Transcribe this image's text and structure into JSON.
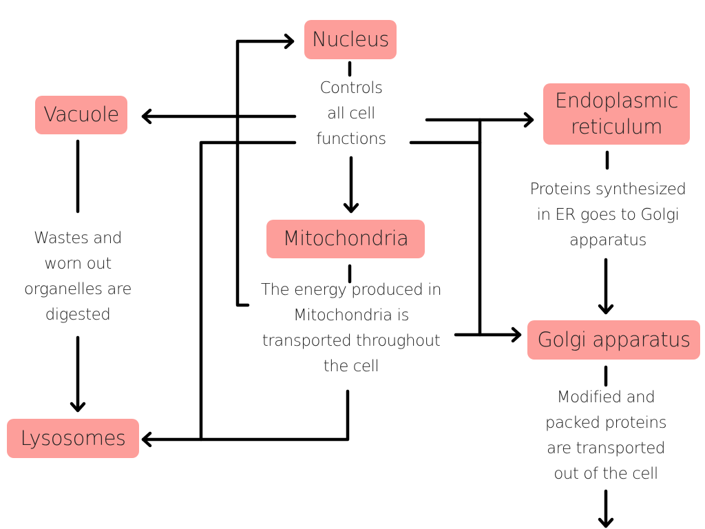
{
  "nodes": {
    "nucleus": "Nucleus",
    "vacuole": "Vacuole",
    "er": [
      "Endoplasmic",
      "reticulum"
    ],
    "mitochondria": "Mitochondria",
    "golgi": "Golgi apparatus",
    "lysosomes": "Lysosomes"
  },
  "descriptions": {
    "nucleus": [
      "Controls",
      "all cell",
      "functions"
    ],
    "er": [
      "Proteins synthesized",
      "in ER goes to Golgi",
      "apparatus"
    ],
    "vacuole": [
      "Wastes and",
      "worn out",
      "organelles are",
      "digested"
    ],
    "mitochondria": [
      "The energy produced in",
      "Mitochondria is",
      "transported throughout",
      "the cell"
    ],
    "golgi": [
      "Modified and",
      "packed proteins",
      "are transported",
      "out of the cell"
    ]
  },
  "colors": {
    "node_fill": "#fd9e9a",
    "line": "#000000",
    "text": "#222222"
  }
}
